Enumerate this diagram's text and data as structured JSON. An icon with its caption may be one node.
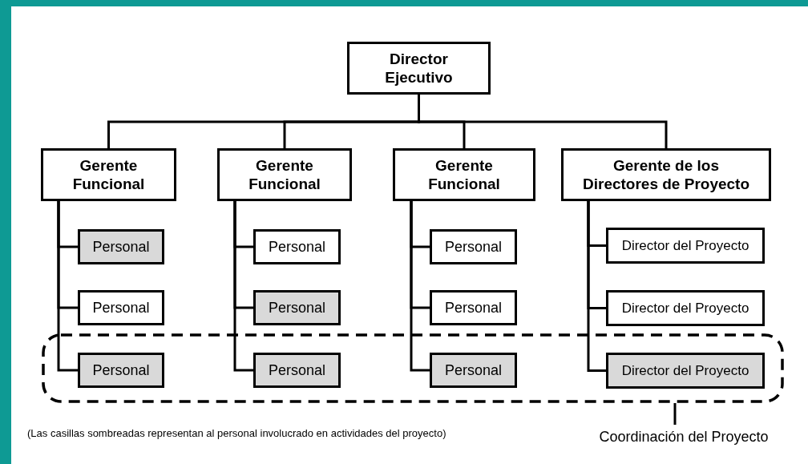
{
  "diagram": {
    "nodes": [
      {
        "text": [
          "Director Ejecutivo"
        ]
      },
      {
        "text": [
          "Gerente Funcional"
        ]
      },
      {
        "text": [
          "Gerente Funcional"
        ]
      },
      {
        "text": [
          "Gerente Funcional"
        ]
      },
      {
        "text": [
          "Gerente de los Directores de Proyecto"
        ]
      },
      {
        "text": [
          "Personal"
        ]
      },
      {
        "text": [
          "Personal"
        ]
      },
      {
        "text": [
          "Personal"
        ],
        "in": 17
      },
      {
        "text": [
          "Personal"
        ]
      },
      {
        "text": [
          "Personal"
        ]
      },
      {
        "text": [
          "Personal"
        ],
        "in": 17
      },
      {
        "text": [
          "Personal"
        ]
      },
      {
        "text": [
          "Personal"
        ]
      },
      {
        "text": [
          "Personal"
        ],
        "in": 17
      },
      {
        "text": [
          "Director del Proyecto"
        ]
      },
      {
        "text": [
          "Director del Proyecto"
        ]
      },
      {
        "text": [
          "Director del Proyecto"
        ],
        "in": 17
      },
      {
        "text": [],
        "shape": "box"
      },
      {
        "text": [
          "Coordinación del Proyecto"
        ]
      }
    ],
    "edges": [
      {
        "from": 0,
        "to": 1,
        "arrow": "none"
      },
      {
        "from": 0,
        "to": 2,
        "arrow": "none"
      },
      {
        "from": 0,
        "to": 3,
        "arrow": "none"
      },
      {
        "from": 0,
        "to": 4,
        "arrow": "none"
      },
      {
        "from": 1,
        "to": 5,
        "arrow": "none"
      },
      {
        "from": 1,
        "to": 6,
        "arrow": "none"
      },
      {
        "from": 1,
        "to": 7,
        "arrow": "none"
      },
      {
        "from": 2,
        "to": 8,
        "arrow": "none"
      },
      {
        "from": 2,
        "to": 9,
        "arrow": "none"
      },
      {
        "from": 2,
        "to": 10,
        "arrow": "none"
      },
      {
        "from": 3,
        "to": 11,
        "arrow": "none"
      },
      {
        "from": 3,
        "to": 12,
        "arrow": "none"
      },
      {
        "from": 3,
        "to": 13,
        "arrow": "none"
      },
      {
        "from": 4,
        "to": 14,
        "arrow": "none"
      },
      {
        "from": 4,
        "to": 15,
        "arrow": "none"
      },
      {
        "from": 4,
        "to": 16,
        "arrow": "none"
      },
      {
        "from": 18,
        "to": 17,
        "arrow": "none"
      }
    ],
    "labels": [
      "(Las casillas sombreadas representan al personal involucrado en actividades del proyecto)"
    ]
  }
}
